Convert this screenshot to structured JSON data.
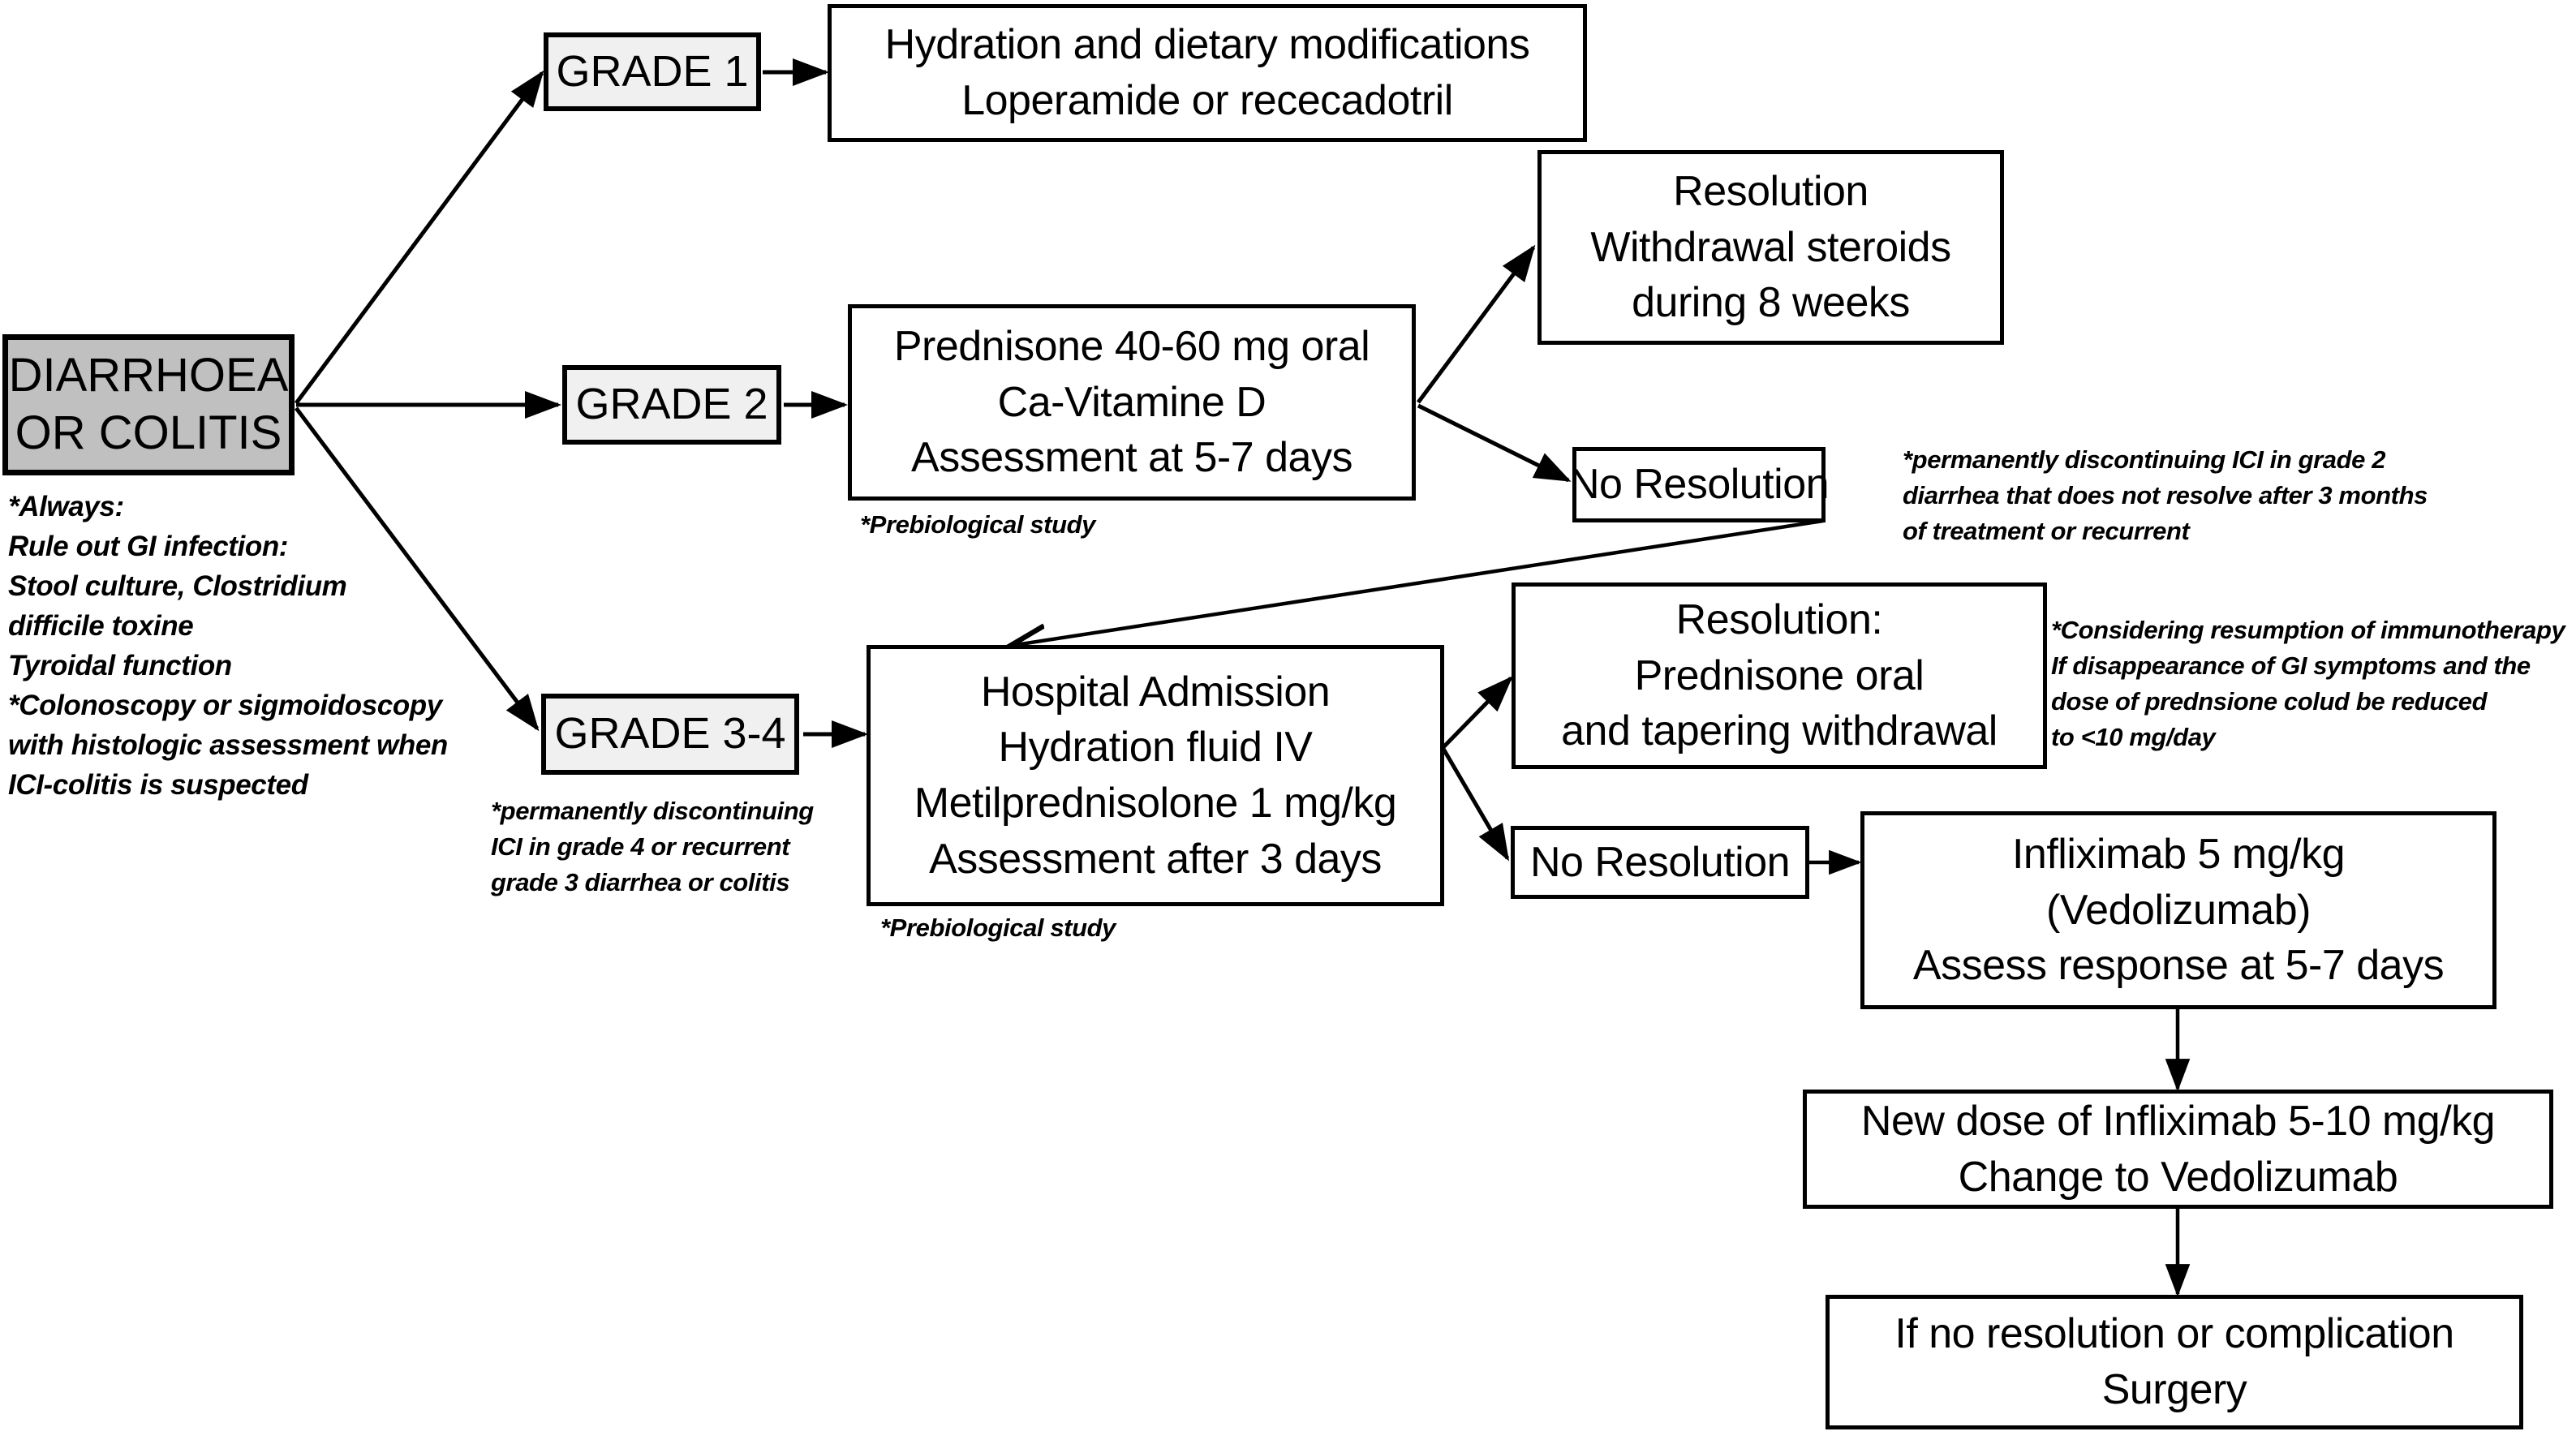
{
  "diagram": {
    "title": "Management algorithm for immune checkpoint inhibitor related diarrhoea or colitis",
    "colors": {
      "root_fill": "#c0c0c0",
      "grade_fill": "#f0f0f0",
      "box_fill": "#ffffff",
      "stroke": "#000000"
    }
  },
  "nodes": {
    "root": {
      "lines": [
        "DIARRHOEA",
        "OR COLITIS"
      ]
    },
    "grade1": {
      "label": "GRADE 1"
    },
    "grade2": {
      "label": "GRADE 2"
    },
    "grade34": {
      "label": "GRADE 3-4"
    },
    "grade1_treatment": {
      "lines": [
        "Hydration and dietary modifications",
        "Loperamide or rececadotril"
      ]
    },
    "grade2_treatment": {
      "lines": [
        "Prednisone 40-60 mg oral",
        "Ca-Vitamine D",
        "Assessment at 5-7 days"
      ]
    },
    "grade2_resolution": {
      "lines": [
        "Resolution",
        "Withdrawal steroids",
        "during 8 weeks"
      ]
    },
    "grade2_no_resolution": {
      "lines": [
        "No Resolution"
      ]
    },
    "grade34_treatment": {
      "lines": [
        "Hospital Admission",
        "Hydration fluid IV",
        "Metilprednisolone 1 mg/kg",
        "Assessment after 3 days"
      ]
    },
    "grade34_resolution": {
      "lines": [
        "Resolution:",
        "Prednisone oral",
        "and tapering withdrawal"
      ]
    },
    "grade34_no_resolution": {
      "lines": [
        "No Resolution"
      ]
    },
    "infliximab": {
      "lines": [
        "Infliximab 5 mg/kg",
        "(Vedolizumab)",
        "Assess response at 5-7 days"
      ]
    },
    "new_dose": {
      "lines": [
        "New dose of Infliximab 5-10 mg/kg",
        "Change to Vedolizumab"
      ]
    },
    "surgery": {
      "lines": [
        "If no resolution or complication",
        "Surgery"
      ]
    }
  },
  "notes": {
    "always_workup": {
      "lines": [
        "*Always:",
        "Rule out GI infection:",
        "Stool culture, Clostridium",
        "difficile toxine",
        "Tyroidal function",
        "*Colonoscopy or sigmoidoscopy",
        "with histologic assessment when",
        "ICI-colitis is  suspected"
      ]
    },
    "grade2_prebiological": {
      "lines": [
        "*Prebiological study"
      ]
    },
    "grade34_prebiological": {
      "lines": [
        "*Prebiological study"
      ]
    },
    "grade2_discontinue": {
      "lines": [
        "*permanently discontinuing ICI in grade 2",
        "diarrhea that does not resolve after 3 months",
        "of treatment or recurrent"
      ]
    },
    "grade34_discontinue": {
      "lines": [
        "*permanently discontinuing",
        "ICI in grade 4 or recurrent",
        "grade 3 diarrhea or colitis"
      ]
    },
    "resumption": {
      "lines": [
        "*Considering resumption of immunotherapy",
        "If disappearance of GI symptoms  and the",
        "dose of prednsione colud be reduced",
        "to <10 mg/day"
      ]
    }
  }
}
